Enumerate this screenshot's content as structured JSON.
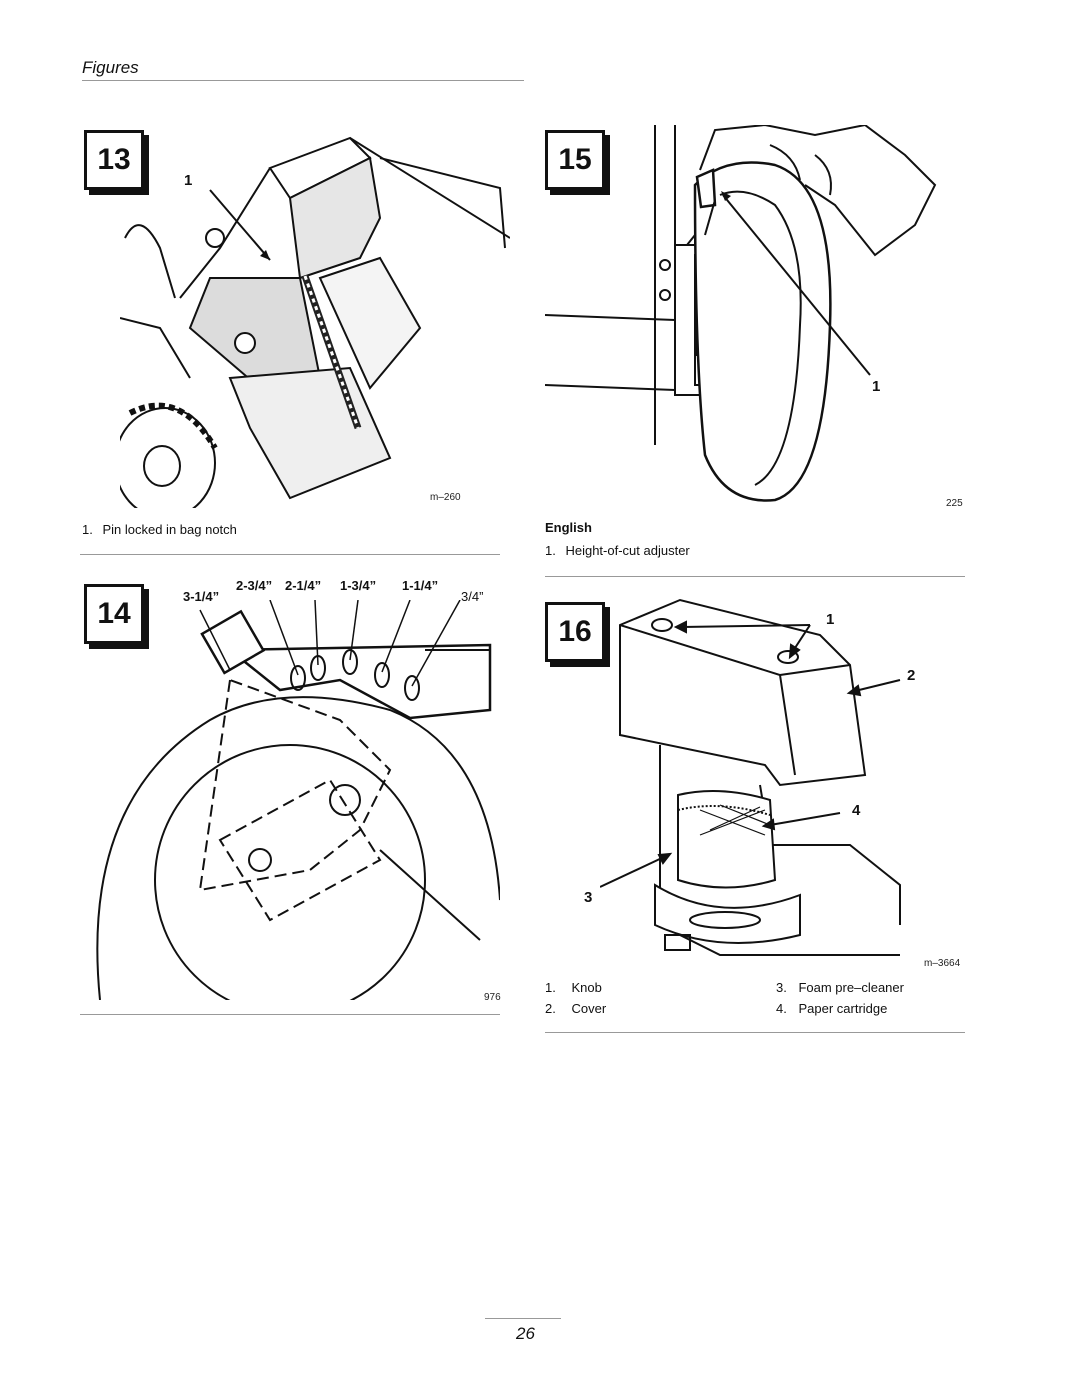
{
  "header": {
    "title": "Figures"
  },
  "figures": {
    "fig13": {
      "number": "13",
      "callout": "1",
      "code": "m–260",
      "captions": [
        {
          "num": "1.",
          "text": "Pin locked in bag notch"
        }
      ]
    },
    "fig14": {
      "number": "14",
      "code": "976",
      "measurements": [
        "3-1/4”",
        "2-3/4”",
        "2-1/4”",
        "1-3/4”",
        "1-1/4”",
        "3/4”"
      ]
    },
    "fig15": {
      "number": "15",
      "callout": "1",
      "code": "225",
      "section_label": "English",
      "captions": [
        {
          "num": "1.",
          "text": "Height-of-cut adjuster"
        }
      ]
    },
    "fig16": {
      "number": "16",
      "callouts": [
        "1",
        "2",
        "3",
        "4"
      ],
      "code": "m–3664",
      "captions": [
        {
          "num": "1.",
          "text": "Knob"
        },
        {
          "num": "2.",
          "text": "Cover"
        },
        {
          "num": "3.",
          "text": "Foam pre–cleaner"
        },
        {
          "num": "4.",
          "text": "Paper cartridge"
        }
      ]
    }
  },
  "footer": {
    "page_number": "26"
  }
}
